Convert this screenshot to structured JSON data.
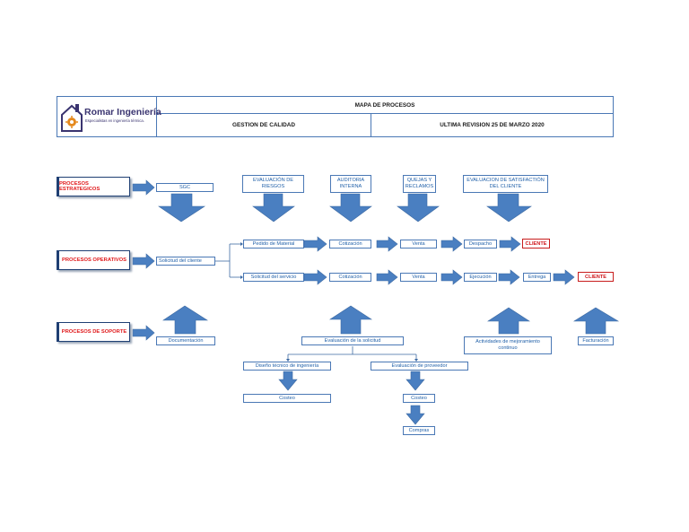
{
  "header": {
    "company_name": "Romar Ingeniería",
    "company_tagline": "Especialistas en ingeniería térmica.",
    "title": "MAPA DE PROCESOS",
    "subtitle": "GESTION DE CALIDAD",
    "revision": "ULTIMA REVISION 25 DE MARZO 2020"
  },
  "colors": {
    "arrow": "#4a7fc1",
    "box_border": "#4a78b5",
    "text": "#1f5fa8",
    "alert": "#d0171b"
  },
  "process_categories": {
    "strategic": "PROCESOS ESTRATEGICOS",
    "operative": "PROCESOS OPERATIVOS",
    "support": "PROCESOS DE SOPORTE"
  },
  "strategic": {
    "sgc": "SGC",
    "risk": "EVALUACIÓN DE\nRIESGOS",
    "audit": "AUDITORIA\nINTERNA",
    "complaints": "QUEJAS Y\nRECLAMOS",
    "satisfaction": "EVALUACION DE SATISFACTIÓN\nDEL CLIENTE"
  },
  "operative": {
    "request": "Solicitud del cliente",
    "row1": [
      "Pedido de Material",
      "Cotización",
      "Venta",
      "Despacho"
    ],
    "row1_end": "CLIENTE",
    "row2": [
      "Solicitud del servicio",
      "Cotización",
      "Venta",
      "Ejecución",
      "Entrega"
    ],
    "row2_end": "CLIENTE"
  },
  "support": {
    "documentation": "Documentación",
    "request_eval": "Evaluación de la solicitud",
    "improvement": "Actividades de mejoramiento\ncontinuo",
    "billing": "Facturación",
    "design": "Diseño técnico de ingeniería",
    "supplier_eval": "Evaluación de proveedor",
    "cost_left": "Costeo",
    "cost_right": "Costeo",
    "purchases": "Compras"
  }
}
